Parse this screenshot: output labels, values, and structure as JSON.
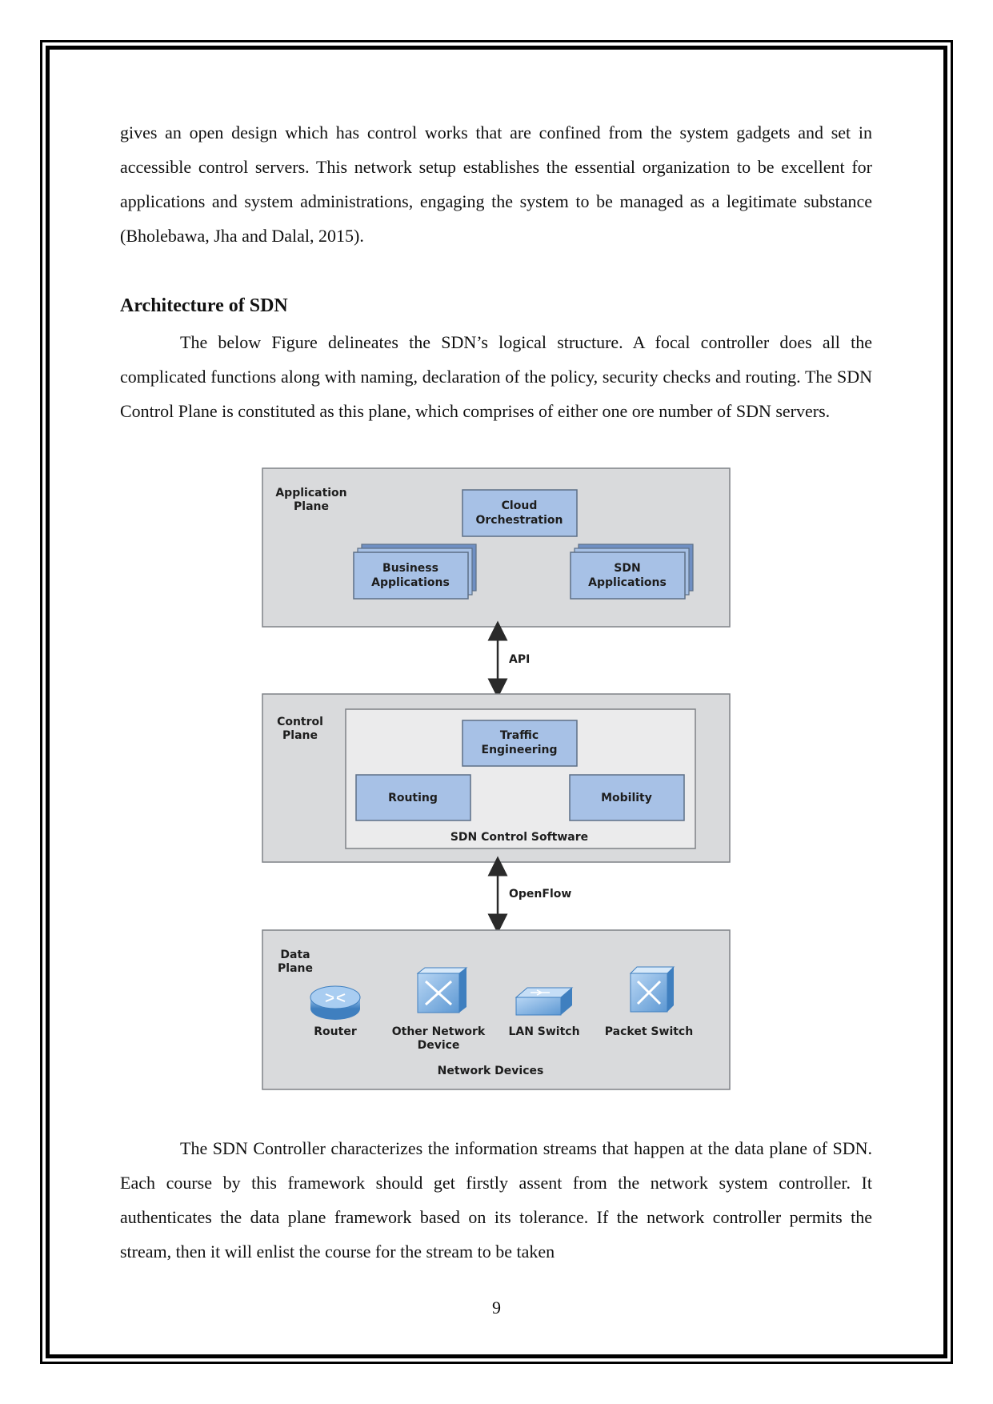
{
  "page": {
    "paragraph_1": "gives an open design which has control works that are confined from the system gadgets and set in accessible control servers. This network setup establishes the essential organization to be excellent for applications and system administrations, engaging the system to be managed as a legitimate substance (Bholebawa, Jha and Dalal, 2015).",
    "heading": "Architecture of SDN",
    "paragraph_2": "The below Figure delineates the SDN’s logical structure. A focal controller does all the complicated functions along with naming, declaration of the policy, security checks and routing. The SDN Control Plane is constituted as this plane, which comprises of either one ore number of SDN servers.",
    "paragraph_3": "The SDN Controller characterizes the information streams that happen at the data plane of SDN. Each course by this framework should get firstly assent from the network system controller. It authenticates the data plane framework based on its tolerance. If the network controller permits the stream, then it will enlist the course for the stream to be taken",
    "page_number": "9"
  },
  "figure": {
    "application_plane": {
      "label_line1": "Application",
      "label_line2": "Plane",
      "cloud_line1": "Cloud",
      "cloud_line2": "Orchestration",
      "business_line1": "Business",
      "business_line2": "Applications",
      "sdn_apps_line1": "SDN",
      "sdn_apps_line2": "Applications"
    },
    "api_label": "API",
    "control_plane": {
      "label_line1": "Control",
      "label_line2": "Plane",
      "traffic_line1": "Traffic",
      "traffic_line2": "Engineering",
      "routing": "Routing",
      "mobility": "Mobility",
      "software_label": "SDN Control Software"
    },
    "openflow_label": "OpenFlow",
    "data_plane": {
      "label_line1": "Data",
      "label_line2": "Plane",
      "router": "Router",
      "other_line1": "Other Network",
      "other_line2": "Device",
      "lan_switch": "LAN Switch",
      "packet_switch": "Packet Switch",
      "devices_label": "Network Devices"
    },
    "colors": {
      "plane_bg": "#d9dadc",
      "inner_bg": "#ebebec",
      "box_fill": "#a7c1e6",
      "box_stroke": "#5d6f86",
      "device_blue": "#7fb2e5"
    }
  }
}
